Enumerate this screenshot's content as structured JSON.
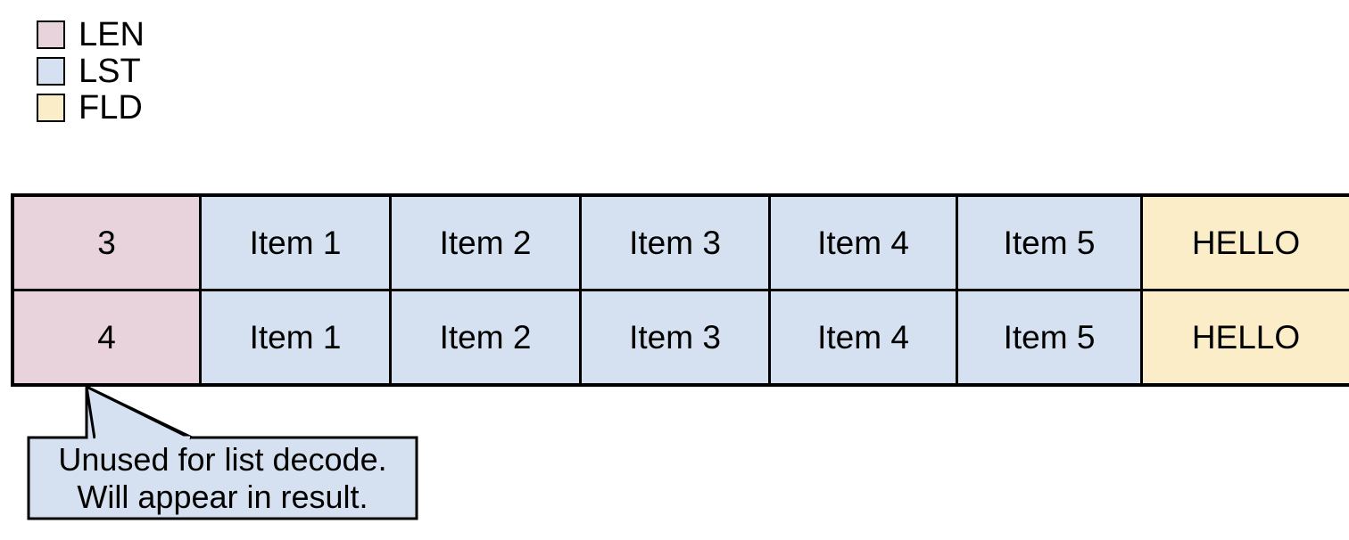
{
  "legend": {
    "items": [
      {
        "label": "LEN",
        "color": "#e8d3dc",
        "swatch_name": "len-swatch"
      },
      {
        "label": "LST",
        "color": "#d5e1f0",
        "swatch_name": "lst-swatch"
      },
      {
        "label": "FLD",
        "color": "#faedc8",
        "swatch_name": "fld-swatch"
      }
    ]
  },
  "colors": {
    "len": "#e8d3dc",
    "lst": "#d5e1f0",
    "fld": "#faedc8",
    "border": "#000000",
    "callout_fill": "#d5e1f0",
    "background": "#ffffff"
  },
  "table": {
    "rows": [
      {
        "len": "3",
        "list": [
          "Item 1",
          "Item 2",
          "Item 3",
          "Item 4",
          "Item 5"
        ],
        "fld": "HELLO"
      },
      {
        "len": "4",
        "list": [
          "Item 1",
          "Item 2",
          "Item 3",
          "Item 4",
          "Item 5"
        ],
        "fld": "HELLO"
      }
    ]
  },
  "callout": {
    "line1": "Unused for list decode.",
    "line2": "Will appear in result.",
    "points_at": "4"
  }
}
